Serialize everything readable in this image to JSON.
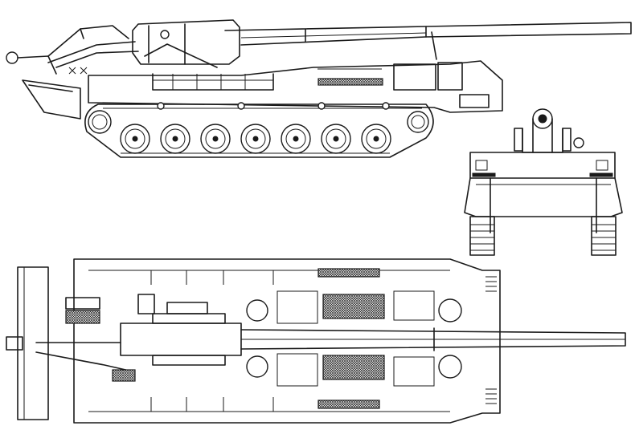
{
  "drawing": {
    "views": [
      {
        "id": "side",
        "name": "side-view"
      },
      {
        "id": "front",
        "name": "front-view"
      },
      {
        "id": "top",
        "name": "top-view"
      }
    ],
    "road_wheels_per_side": 7,
    "line_color": "#1a1a1a",
    "background": "#ffffff"
  }
}
